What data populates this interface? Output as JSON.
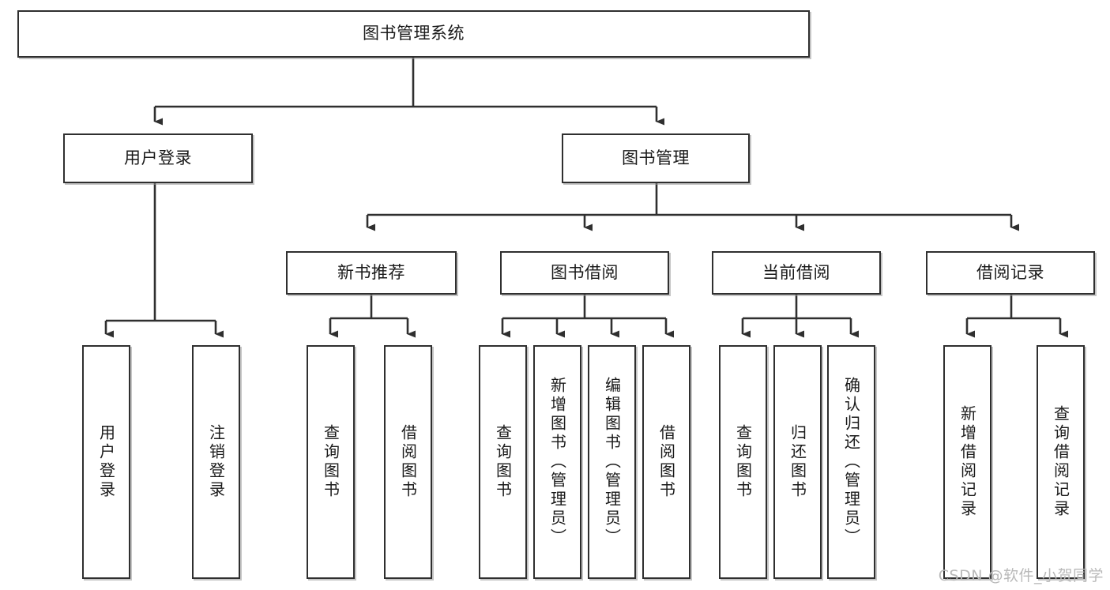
{
  "diagram": {
    "type": "tree-hierarchy-chart",
    "title": "图书管理系统",
    "line_color": "#2f2f2f",
    "box_fill": "#ffffff",
    "text_color": "#1a1a1a",
    "watermark": "CSDN @软件_小贺同学",
    "levels": [
      {
        "level": 1,
        "nodes": [
          {
            "id": "root",
            "label": "图书管理系统",
            "orientation": "horizontal"
          }
        ]
      },
      {
        "level": 2,
        "nodes": [
          {
            "id": "login",
            "label": "用户登录",
            "orientation": "horizontal",
            "parent": "root"
          },
          {
            "id": "bookmgmt",
            "label": "图书管理",
            "orientation": "horizontal",
            "parent": "root"
          }
        ]
      },
      {
        "level": 3,
        "nodes": [
          {
            "id": "newbook",
            "label": "新书推荐",
            "orientation": "horizontal",
            "parent": "bookmgmt"
          },
          {
            "id": "borrow",
            "label": "图书借阅",
            "orientation": "horizontal",
            "parent": "bookmgmt"
          },
          {
            "id": "current",
            "label": "当前借阅",
            "orientation": "horizontal",
            "parent": "bookmgmt"
          },
          {
            "id": "records",
            "label": "借阅记录",
            "orientation": "horizontal",
            "parent": "bookmgmt"
          }
        ]
      },
      {
        "level": 4,
        "nodes": [
          {
            "id": "leaf1",
            "label": "用户登录",
            "orientation": "vertical",
            "parent": "login"
          },
          {
            "id": "leaf2",
            "label": "注销登录",
            "orientation": "vertical",
            "parent": "login"
          },
          {
            "id": "leaf3",
            "label": "查询图书",
            "orientation": "vertical",
            "parent": "newbook"
          },
          {
            "id": "leaf4",
            "label": "借阅图书",
            "orientation": "vertical",
            "parent": "newbook"
          },
          {
            "id": "leaf5",
            "label": "查询图书",
            "orientation": "vertical",
            "parent": "borrow"
          },
          {
            "id": "leaf6",
            "label": "新增图书（管理员）",
            "orientation": "vertical",
            "parent": "borrow"
          },
          {
            "id": "leaf7",
            "label": "编辑图书（管理员）",
            "orientation": "vertical",
            "parent": "borrow"
          },
          {
            "id": "leaf8",
            "label": "借阅图书",
            "orientation": "vertical",
            "parent": "borrow"
          },
          {
            "id": "leaf9",
            "label": "查询图书",
            "orientation": "vertical",
            "parent": "current"
          },
          {
            "id": "leaf10",
            "label": "归还图书",
            "orientation": "vertical",
            "parent": "current"
          },
          {
            "id": "leaf11",
            "label": "确认归还（管理员）",
            "orientation": "vertical",
            "parent": "current"
          },
          {
            "id": "leaf12",
            "label": "新增借阅记录",
            "orientation": "vertical",
            "parent": "records"
          },
          {
            "id": "leaf13",
            "label": "查询借阅记录",
            "orientation": "vertical",
            "parent": "records"
          }
        ]
      }
    ]
  }
}
